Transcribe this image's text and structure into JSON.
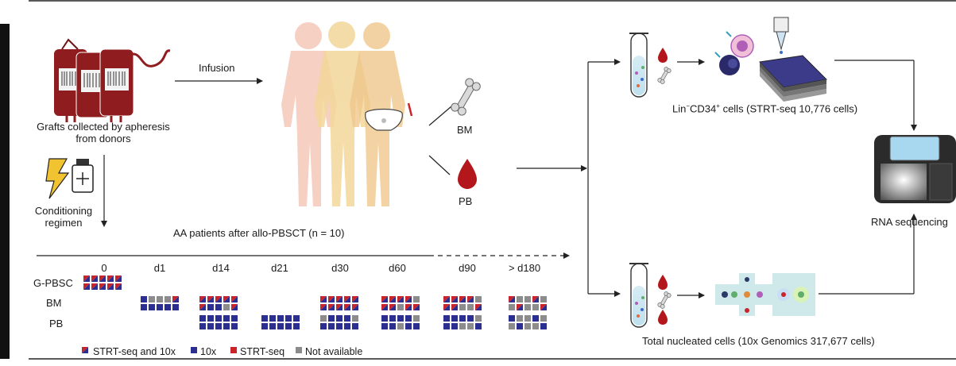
{
  "grafts_label_line1": "Grafts collected by apheresis",
  "grafts_label_line2": "from donors",
  "conditioning_line1": "Conditioning",
  "conditioning_line2": "regimen",
  "infusion_label": "Infusion",
  "patients_label": "AA patients after allo-PBSCT (n = 10)",
  "bm_label": "BM",
  "pb_label": "PB",
  "lin_cells_prefix": "Lin",
  "lin_cells_sup1": "−",
  "lin_cells_mid": "CD34",
  "lin_cells_sup2": "+",
  "lin_cells_suffix": " cells  (STRT-seq 10,776 cells)",
  "total_cells_label": "Total nucleated cells (10x Genomics 317,677 cells)",
  "rna_seq_label": "RNA sequencing",
  "timeline": {
    "timepoints": [
      "0",
      "d1",
      "d14",
      "d21",
      "d30",
      "d60",
      "d90",
      "> d180"
    ],
    "rows": [
      "G-PBSC",
      "BM",
      "PB"
    ]
  },
  "legend": {
    "both": "STRT-seq and 10x",
    "tenx": "10x",
    "strt": "STRT-seq",
    "na": "Not available"
  },
  "colors": {
    "blood_bag": "#8f1d1f",
    "blood_drop": "#b3171c",
    "tenx": "#2b2f91",
    "strt": "#c8242a",
    "na": "#8c8c8c",
    "patient_pink": "#f4cbbd",
    "patient_yellow": "#f3d79a",
    "patient_orange": "#f0c88c"
  }
}
